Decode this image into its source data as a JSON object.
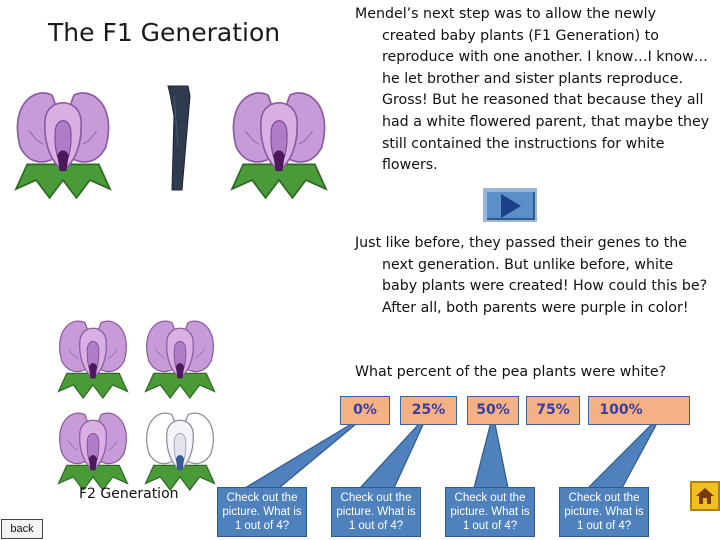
{
  "slide": {
    "title": "The F1 Generation",
    "para1": {
      "first": "Mendel’s next step was to allow the newly",
      "rest": "created baby plants (F1 Generation) to reproduce with one another. I know…I know… he let brother and sister plants reproduce. Gross! But he reasoned that because they all had a white flowered parent, that maybe they still contained the instructions for white flowers."
    },
    "para2": {
      "first": "Just like before, they passed their genes to the",
      "rest": "next generation. But unlike before, white baby plants were created! How could this be? After all, both parents were purple in color!"
    },
    "question": "What percent of the pea plants were white?",
    "answers": [
      "0%",
      "25%",
      "50%",
      "75%",
      "100%"
    ],
    "callout_text": "Check out the picture. What is 1 out of 4?",
    "f2_label": "F2 Generation",
    "back_label": "back"
  },
  "icons": {
    "flower": "purple-flower-icon",
    "white_flower": "white-flower-icon",
    "jeans": "jeans-icon",
    "play": "play-icon",
    "home": "home-icon"
  },
  "colors": {
    "answer_fill": "#f4b183",
    "callout_fill": "#4f81bd",
    "play_fill": "#5a8fc8",
    "flower_purple": "#c79ad8",
    "leaf_green": "#4a9a3a"
  }
}
